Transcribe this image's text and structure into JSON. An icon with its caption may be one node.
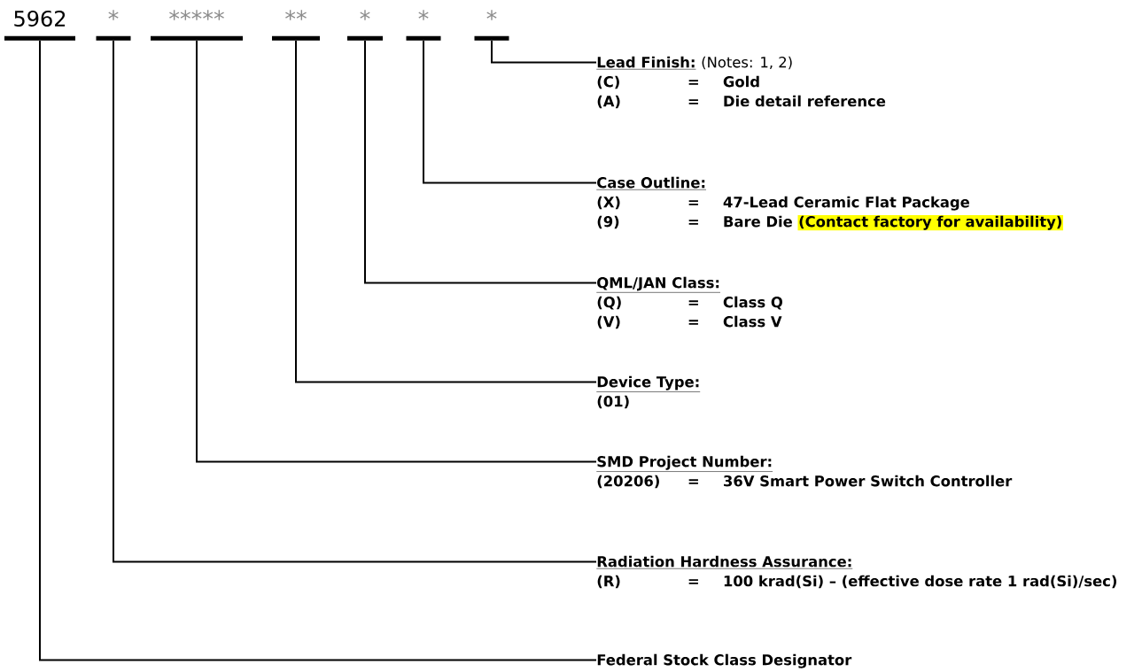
{
  "diagram": {
    "nodes": [
      {
        "text": [
          "5962"
        ]
      },
      {
        "text": [
          "*"
        ]
      },
      {
        "text": [
          "*****"
        ]
      },
      {
        "text": [
          "**"
        ]
      },
      {
        "text": [
          "*"
        ]
      },
      {
        "text": [
          "*"
        ]
      },
      {
        "text": [
          "*"
        ]
      },
      {
        "text": [
          "Lead Finish:",
          "(Notes: 1, 2)",
          "(C)",
          "=",
          "Gold",
          "(A)",
          "=",
          "Die detail reference"
        ]
      },
      {
        "text": [
          "Case Outline:",
          "(X)",
          "=",
          "47-Lead Ceramic Flat Package",
          "(9)",
          "=",
          "Bare Die",
          "(Contact factory for availability)"
        ]
      },
      {
        "text": [
          "QML/JAN Class:",
          "(Q)",
          "=",
          "Class Q",
          "(V)",
          "=",
          "Class V"
        ]
      },
      {
        "text": [
          "Device Type:",
          "(01)"
        ]
      },
      {
        "text": [
          "SMD Project Number:",
          "(20206)",
          "=",
          "36V Smart Power Switch Controller"
        ]
      },
      {
        "text": [
          "Radiation Hardness Assurance:",
          "(R)",
          "=",
          "100 krad(Si) – (effective dose rate 1 rad(Si)/sec)"
        ]
      },
      {
        "text": [
          "Federal Stock Class Designator"
        ]
      }
    ],
    "edges": [
      {
        "from": 6,
        "to": 7,
        "arrow": "none"
      },
      {
        "from": 5,
        "to": 8,
        "arrow": "none"
      },
      {
        "from": 4,
        "to": 9,
        "arrow": "none"
      },
      {
        "from": 3,
        "to": 10,
        "arrow": "none"
      },
      {
        "from": 2,
        "to": 11,
        "arrow": "none"
      },
      {
        "from": 1,
        "to": 12,
        "arrow": "none"
      },
      {
        "from": 0,
        "to": 13,
        "arrow": "none"
      }
    ]
  }
}
